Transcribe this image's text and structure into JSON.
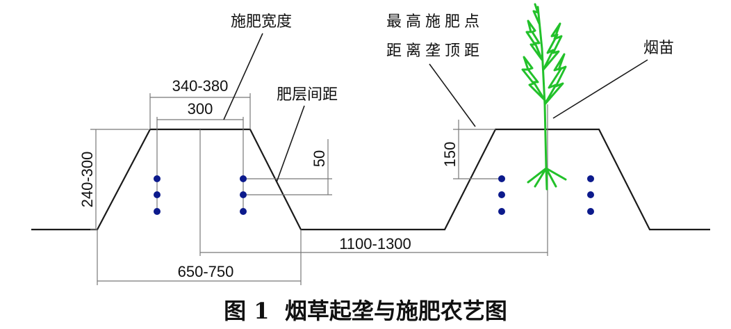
{
  "labels": {
    "fert_width": "施肥宽度",
    "layer_spacing": "肥层间距",
    "top_point_line1": "最高施肥点",
    "top_point_line2": "距离垄顶距",
    "seedling": "烟苗"
  },
  "dimensions": {
    "ridge_height": "240-300",
    "outer_width": "340-380",
    "inner_width": "300",
    "layer_gap": "50",
    "top_distance": "150",
    "ridge_spacing": "1100-1300",
    "base_width": "650-750"
  },
  "caption": "图 1  烟草起垄与施肥农艺图",
  "colors": {
    "plant": "#22c12a",
    "fertilizer": "#0c1a8c",
    "line": "#1a1a1a"
  }
}
